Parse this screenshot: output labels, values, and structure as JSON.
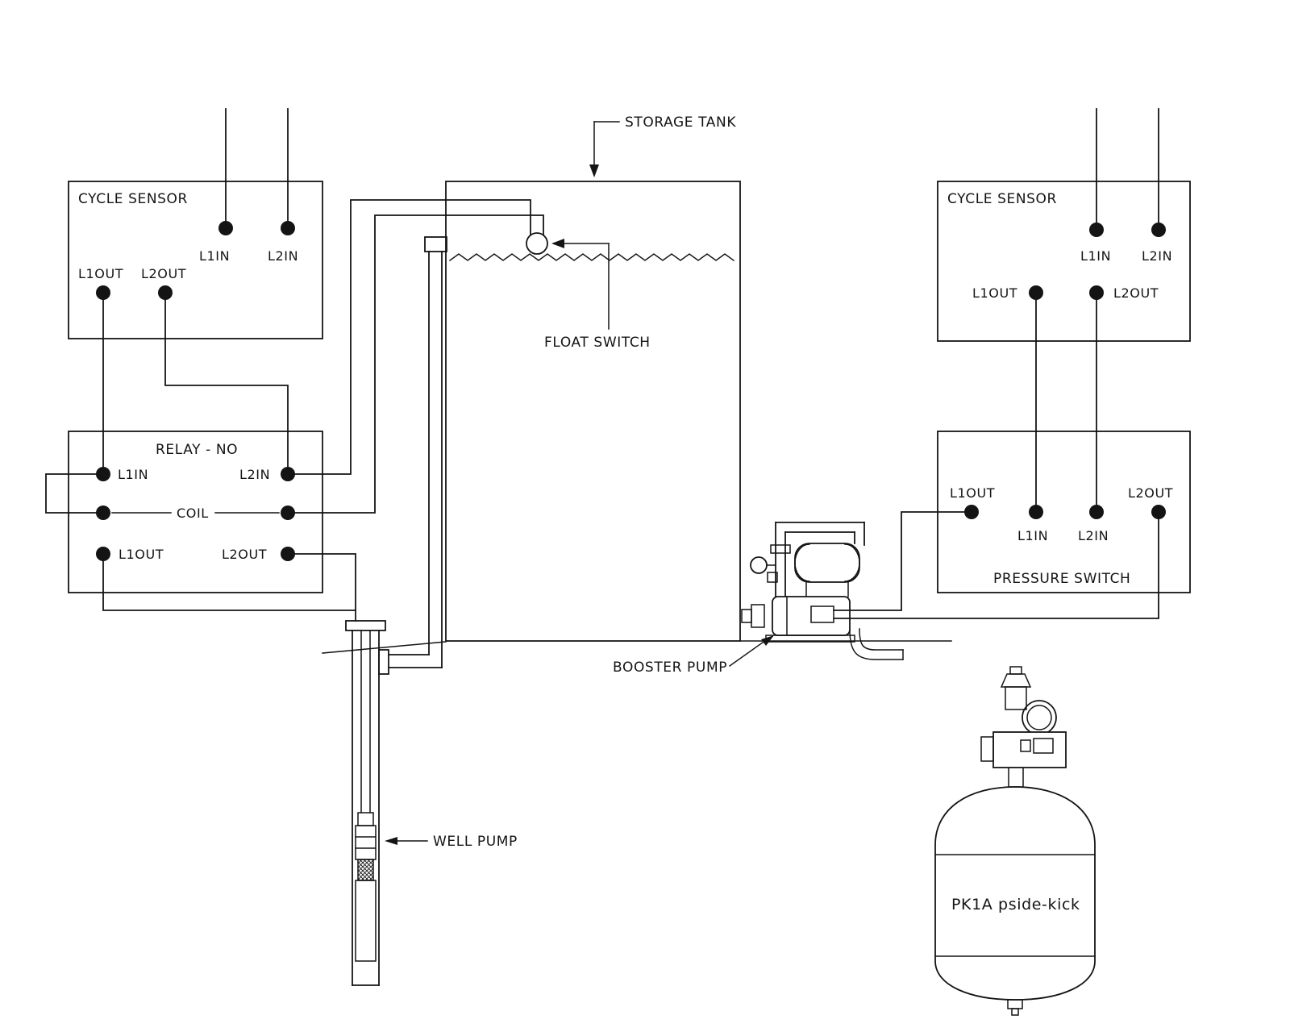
{
  "page": {
    "background": "#ffffff",
    "ink": "#141414"
  },
  "boxes": {
    "cycle_sensor_left": {
      "title": "CYCLE SENSOR",
      "l1in": "L1IN",
      "l2in": "L2IN",
      "l1out": "L1OUT",
      "l2out": "L2OUT"
    },
    "relay": {
      "title": "RELAY - NO",
      "l1in": "L1IN",
      "l2in": "L2IN",
      "coil": "COIL",
      "l1out": "L1OUT",
      "l2out": "L2OUT"
    },
    "cycle_sensor_right": {
      "title": "CYCLE SENSOR",
      "l1in": "L1IN",
      "l2in": "L2IN",
      "l1out": "L1OUT",
      "l2out": "L2OUT"
    },
    "pressure_switch": {
      "title": "PRESSURE SWITCH",
      "l1out": "L1OUT",
      "l1in": "L1IN",
      "l2in": "L2IN",
      "l2out": "L2OUT"
    }
  },
  "callouts": {
    "storage_tank": "STORAGE TANK",
    "float_switch": "FLOAT SWITCH",
    "well_pump": "WELL PUMP",
    "booster_pump": "BOOSTER PUMP"
  },
  "equipment": {
    "side_kick": "PK1A  pside-kick"
  }
}
